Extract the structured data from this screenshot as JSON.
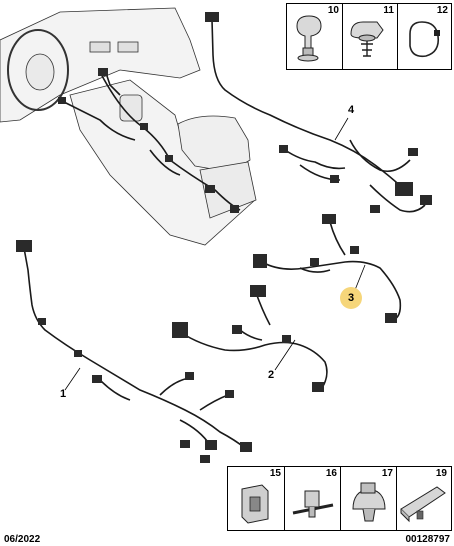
{
  "callouts": {
    "c1": "1",
    "c2": "2",
    "c3": "3",
    "c4": "4"
  },
  "top_parts": [
    {
      "number": "10",
      "icon": "cable-clip-icon"
    },
    {
      "number": "11",
      "icon": "fir-tree-clip-icon"
    },
    {
      "number": "12",
      "icon": "cable-tie-loop-icon"
    }
  ],
  "bottom_parts": [
    {
      "number": "15",
      "icon": "connector-plate-icon"
    },
    {
      "number": "16",
      "icon": "cable-tie-clip-icon"
    },
    {
      "number": "17",
      "icon": "grommet-clip-icon"
    },
    {
      "number": "19",
      "icon": "cable-guide-channel-icon"
    }
  ],
  "footer": {
    "date": "06/2022",
    "reference": "00128797"
  },
  "colors": {
    "highlight": "#f6d67a",
    "line": "#1a1a1a",
    "interior_fill": "#f2f2f2"
  }
}
